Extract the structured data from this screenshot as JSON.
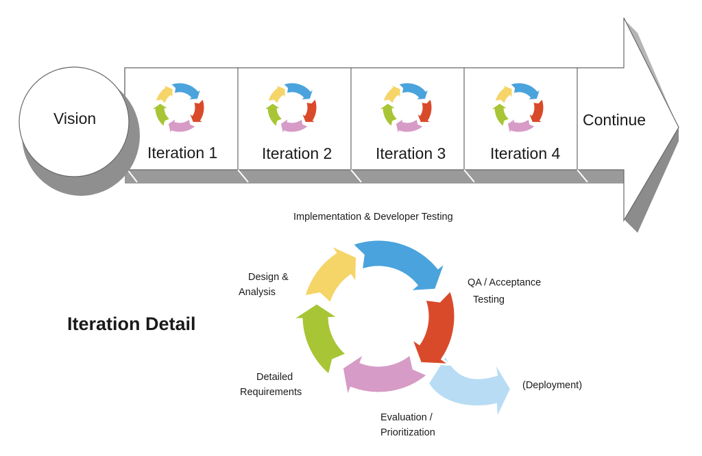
{
  "vision_label": "Vision",
  "iterations": [
    {
      "label": "Iteration 1"
    },
    {
      "label": "Iteration 2"
    },
    {
      "label": "Iteration 3"
    },
    {
      "label": "Iteration 4"
    }
  ],
  "continue_label": "Continue",
  "detail": {
    "title": "Iteration Detail",
    "phases": [
      {
        "line1": "Implementation & Developer Testing",
        "line2": "",
        "color": "#4aa3dc"
      },
      {
        "line1": "QA / Acceptance",
        "line2": "Testing",
        "color": "#d94a2b"
      },
      {
        "line1": "Evaluation /",
        "line2": "Prioritization",
        "color": "#d69bc6"
      },
      {
        "line1": "Detailed",
        "line2": "Requirements",
        "color": "#a8c536"
      },
      {
        "line1": "Design &",
        "line2": "Analysis",
        "color": "#f5d468"
      }
    ],
    "deployment_label": "(Deployment)",
    "deployment_color": "#b8dcf4"
  }
}
